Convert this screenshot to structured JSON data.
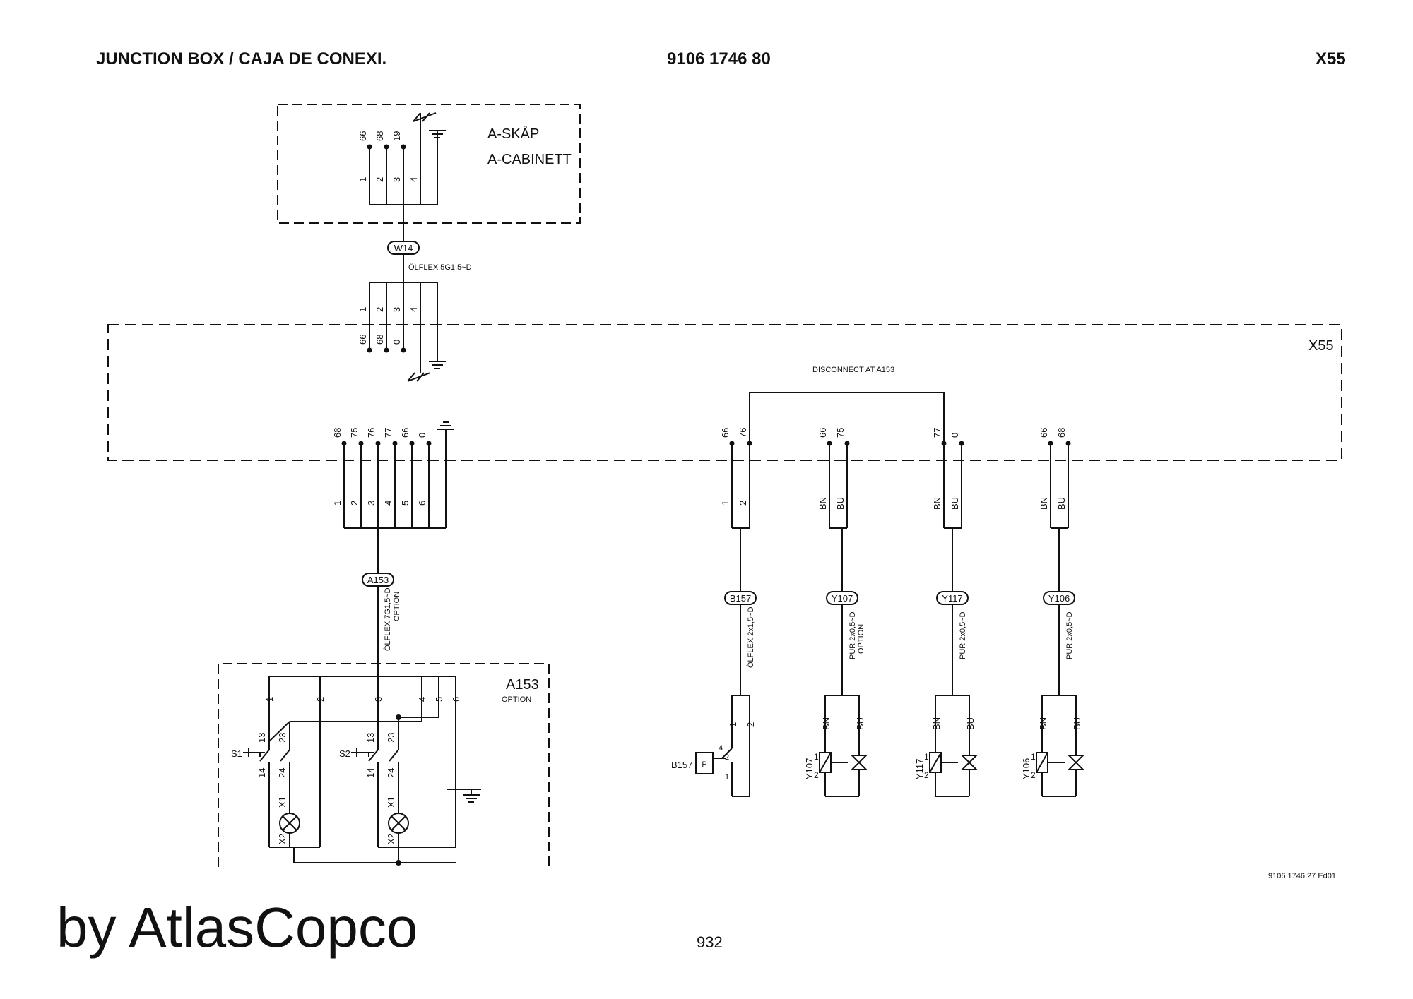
{
  "header": {
    "left_title": "JUNCTION BOX / CAJA DE CONEXI.",
    "part_number": "9106 1746 80",
    "sheet_ref": "X55"
  },
  "cabinet": {
    "label_line1": "A-SKÅP",
    "label_line2": "A-CABINETT",
    "wires": [
      "66",
      "68",
      "19"
    ],
    "pins": [
      "1",
      "2",
      "3",
      "4"
    ]
  },
  "cable_w14": {
    "tag": "W14",
    "spec": "ÖLFLEX 5G1,5~D"
  },
  "junction_box": {
    "label": "X55",
    "top_pins": [
      "1",
      "2",
      "3",
      "4"
    ],
    "top_wires": [
      "66",
      "68",
      "0"
    ],
    "disconnect_note": "DISCONNECT AT A153",
    "left_group_wires": [
      "68",
      "75",
      "76",
      "77",
      "66",
      "0"
    ],
    "left_group_pins": [
      "1",
      "2",
      "3",
      "4",
      "5",
      "6"
    ],
    "groups": [
      {
        "wires": [
          "66",
          "76"
        ],
        "pins": [
          "1",
          "2"
        ]
      },
      {
        "wires": [
          "66",
          "75"
        ],
        "pins": [
          "BN",
          "BU"
        ]
      },
      {
        "wires": [
          "77",
          "0"
        ],
        "pins": [
          "BN",
          "BU"
        ]
      },
      {
        "wires": [
          "66",
          "68"
        ],
        "pins": [
          "BN",
          "BU"
        ]
      }
    ]
  },
  "cables": [
    {
      "tag": "A153",
      "spec": "ÖLFLEX 7G1,5~D",
      "note": "OPTION"
    },
    {
      "tag": "B157",
      "spec": "ÖLFLEX 2x1,5~D",
      "note": ""
    },
    {
      "tag": "Y107",
      "spec": "PUR 2x0,5~D",
      "note": "OPTION"
    },
    {
      "tag": "Y117",
      "spec": "PUR 2x0,5~D",
      "note": ""
    },
    {
      "tag": "Y106",
      "spec": "PUR 2x0,5~D",
      "note": ""
    }
  ],
  "panel_a153": {
    "label": "A153",
    "note": "OPTION",
    "pins": [
      "1",
      "2",
      "3",
      "4",
      "5",
      "6"
    ],
    "switches": [
      {
        "name": "S1",
        "contacts": [
          "13",
          "23",
          "14",
          "24"
        ],
        "lamp": [
          "X1",
          "X2"
        ]
      },
      {
        "name": "S2",
        "contacts": [
          "13",
          "23",
          "14",
          "24"
        ],
        "lamp": [
          "X1",
          "X2"
        ]
      }
    ]
  },
  "devices": [
    {
      "name": "B157",
      "pins": [
        "1",
        "2"
      ],
      "extra": [
        "4",
        "2",
        "1"
      ],
      "symbol": "P"
    },
    {
      "name": "Y107",
      "pins": [
        "BN",
        "BU"
      ],
      "coil": [
        "1",
        "2"
      ]
    },
    {
      "name": "Y117",
      "pins": [
        "BN",
        "BU"
      ],
      "coil": [
        "1",
        "2"
      ]
    },
    {
      "name": "Y106",
      "pins": [
        "BN",
        "BU"
      ],
      "coil": [
        "1",
        "2"
      ]
    }
  ],
  "footer": {
    "brand": "by AtlasCopco",
    "page_number": "932",
    "doc_ref": "9106 1746 27 Ed01"
  }
}
